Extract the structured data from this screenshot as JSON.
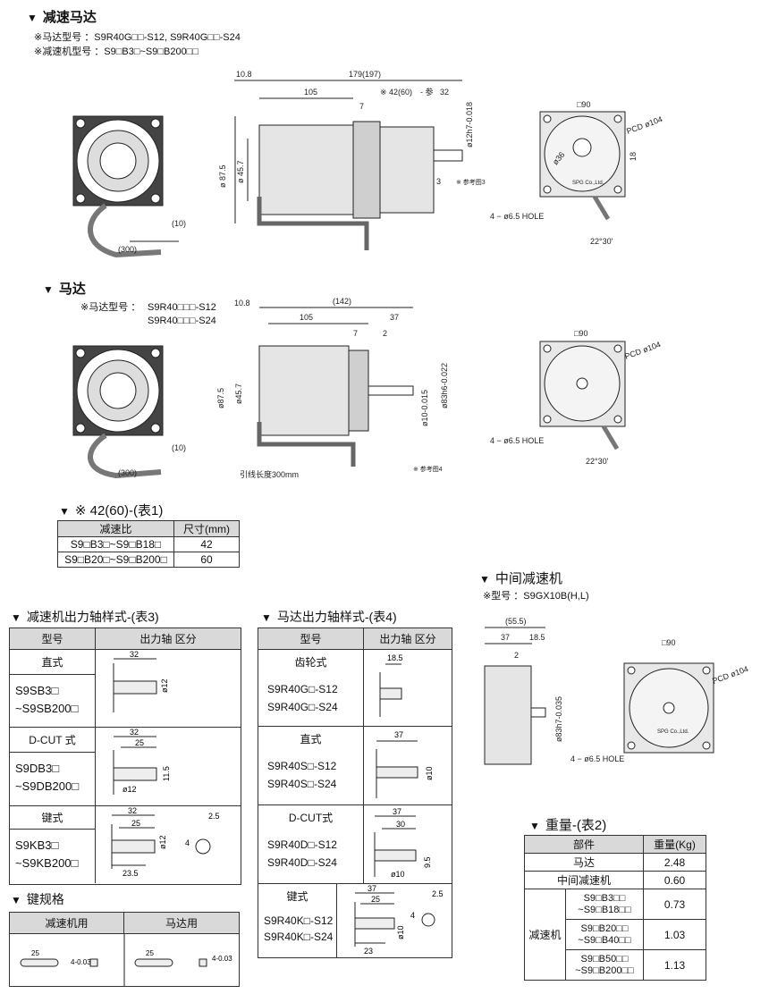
{
  "gear_motor": {
    "title": "减速马达",
    "motor_model": "※马达型号 ：S9R40G□□-S12, S9R40G□□-S24",
    "reducer_model": "※减速机型号 ：S9□B3□~S9□B200□□",
    "dims": {
      "d108": "10.8",
      "d179": "179(197)",
      "d105": "105",
      "d42": "※ 42(60)",
      "d_ref": "- 参",
      "d32": "32",
      "d7": "7",
      "d875": "ø 87.5",
      "d457": "ø 45.7",
      "d3": "3",
      "ref3": "※ 参考图3",
      "d10": "(10)",
      "d300": "(300)",
      "shaft": "ø12h7-0.018",
      "sq90": "□90",
      "pcd": "PCD ø104",
      "d36": "ø36",
      "d18": "18",
      "hole": "4 − ø6.5 HOLE",
      "ang": "22°30'",
      "brand": "SPG Co.,Ltd."
    }
  },
  "motor": {
    "title": "马达",
    "model_label": "※马达型号 ：",
    "model1": "S9R40□□□-S12",
    "model2": "S9R40□□□-S24",
    "dims": {
      "d108": "10.8",
      "d142": "(142)",
      "d105": "105",
      "d37": "37",
      "d7": "7",
      "d2": "2",
      "d875": "ø87.5",
      "d457": "ø45.7",
      "d10shaft": "ø10-0.015",
      "d83": "ø83h6-0.022",
      "d10": "(10)",
      "d300": "(300)",
      "lead": "引线长度300mm",
      "ref4": "※ 参考图4",
      "sq90": "□90",
      "pcd": "PCD ø104",
      "hole": "4 − ø6.5 HOLE",
      "ang": "22°30'"
    }
  },
  "table1": {
    "title": "※ 42(60)-(表1)",
    "headers": [
      "减速比",
      "尺寸(mm)"
    ],
    "rows": [
      [
        "S9□B3□~S9□B18□",
        "42"
      ],
      [
        "S9□B20□~S9□B200□",
        "60"
      ]
    ]
  },
  "table3": {
    "title": "减速机出力轴样式-(表3)",
    "headers": [
      "型号",
      "出力轴 区分"
    ],
    "rows": [
      {
        "type": "直式",
        "models": [
          "S9SB3□",
          "~S9SB200□"
        ],
        "dims": [
          "32",
          "ø12"
        ]
      },
      {
        "type": "D-CUT 式",
        "models": [
          "S9DB3□",
          "~S9DB200□"
        ],
        "dims": [
          "32",
          "25",
          "ø12",
          "11.5"
        ]
      },
      {
        "type": "键式",
        "models": [
          "S9KB3□",
          "~S9KB200□"
        ],
        "dims": [
          "32",
          "25",
          "ø12",
          "4",
          "2.5",
          "23.5"
        ]
      }
    ]
  },
  "table4": {
    "title": "马达出力轴样式-(表4)",
    "headers": [
      "型号",
      "出力轴 区分"
    ],
    "rows": [
      {
        "type": "齿轮式",
        "models": [
          "S9R40G□-S12",
          "S9R40G□-S24"
        ],
        "dims": [
          "18.5"
        ]
      },
      {
        "type": "直式",
        "models": [
          "S9R40S□-S12",
          "S9R40S□-S24"
        ],
        "dims": [
          "37",
          "ø10"
        ]
      },
      {
        "type": "D-CUT式",
        "models": [
          "S9R40D□-S12",
          "S9R40D□-S24"
        ],
        "dims": [
          "37",
          "30",
          "ø10",
          "9.5"
        ]
      },
      {
        "type": "键式",
        "models": [
          "S9R40K□-S12",
          "S9R40K□-S24"
        ],
        "dims": [
          "37",
          "25",
          "4",
          "2.5",
          "ø10",
          "23"
        ]
      }
    ]
  },
  "key_spec": {
    "title": "键规格",
    "headers": [
      "减速机用",
      "马达用"
    ],
    "dims": [
      "25",
      "4-0.03",
      "25",
      "4-0.03"
    ]
  },
  "mid_reducer": {
    "title": "中间减速机",
    "model": "※型号 ：S9GX10B(H,L)",
    "dims": {
      "d555": "(55.5)",
      "d37": "37",
      "d185": "18.5",
      "d2": "2",
      "d83": "ø83h7-0.035",
      "sq90": "□90",
      "pcd": "PCD ø104",
      "hole": "4 − ø6.5 HOLE",
      "brand": "SPG Co.,Ltd."
    }
  },
  "table2": {
    "title": "重量-(表2)",
    "headers": [
      "部件",
      "重量(Kg)"
    ],
    "rows": [
      {
        "part": "马达",
        "model": "",
        "weight": "2.48"
      },
      {
        "part": "中间减速机",
        "model": "",
        "weight": "0.60"
      },
      {
        "part": "减速机",
        "model": "S9□B3□□\n~S9□B18□□",
        "weight": "0.73"
      },
      {
        "part": "",
        "model": "S9□B20□□\n~S9□B40□□",
        "weight": "1.03"
      },
      {
        "part": "",
        "model": "S9□B50□□\n~S9□B200□□",
        "weight": "1.13"
      }
    ]
  }
}
